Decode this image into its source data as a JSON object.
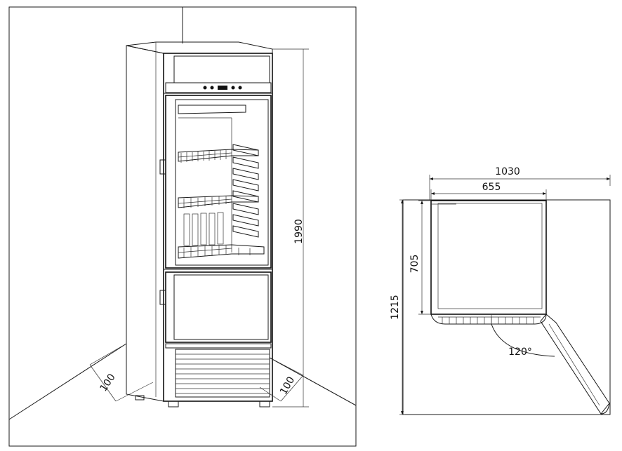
{
  "front_view": {
    "height_dim": "1990",
    "left_clearance_dim": "100",
    "right_clearance_dim": "100"
  },
  "top_view": {
    "width_dim": "1030",
    "door_width_dim": "655",
    "depth_dim": "705",
    "depth_open_dim": "1215",
    "door_angle": "120°"
  }
}
